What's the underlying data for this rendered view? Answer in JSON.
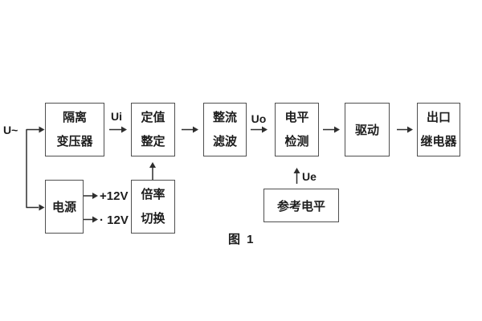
{
  "figure": {
    "caption": "图 1",
    "colors": {
      "background": "#ffffff",
      "line": "#2e2e2e",
      "block_border": "#4f4f4f",
      "text": "#1d1d1d"
    }
  },
  "labels": {
    "input": "U~",
    "ui": "Ui",
    "uo": "Uo",
    "ue": "Ue",
    "plus12v": "+12V",
    "minus12v": "· 12V"
  },
  "blocks": {
    "transformer": {
      "line1": "隔离",
      "line2": "变压器"
    },
    "setting": {
      "line1": "定值",
      "line2": "整定"
    },
    "rectifier": {
      "line1": "整流",
      "line2": "滤波"
    },
    "level": {
      "line1": "电平",
      "line2": "检测"
    },
    "driver": {
      "line1": "驱动"
    },
    "relay": {
      "line1": "出口",
      "line2": "继电器"
    },
    "power": {
      "line1": "电源"
    },
    "ratio": {
      "line1": "倍率",
      "line2": "切换"
    },
    "reference": {
      "line1": "参考电平"
    }
  }
}
